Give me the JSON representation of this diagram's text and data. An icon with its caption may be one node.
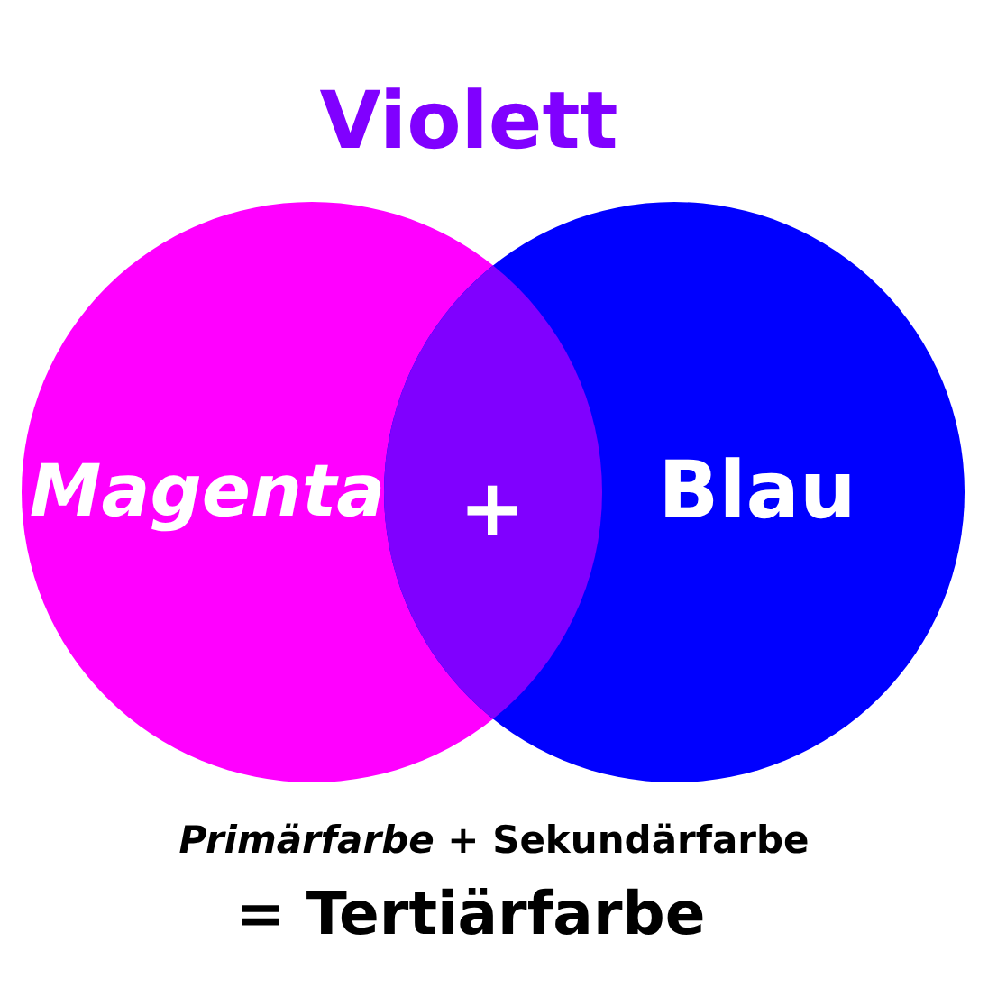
{
  "diagram": {
    "title": "Violett",
    "nodes": [
      {
        "text": [
          "Magenta"
        ]
      },
      {
        "text": [
          "Blau"
        ]
      }
    ],
    "labels": [
      "+",
      "*Primärfarbe* + Sekundärfarbe",
      "= Tertiärfarbe"
    ]
  }
}
